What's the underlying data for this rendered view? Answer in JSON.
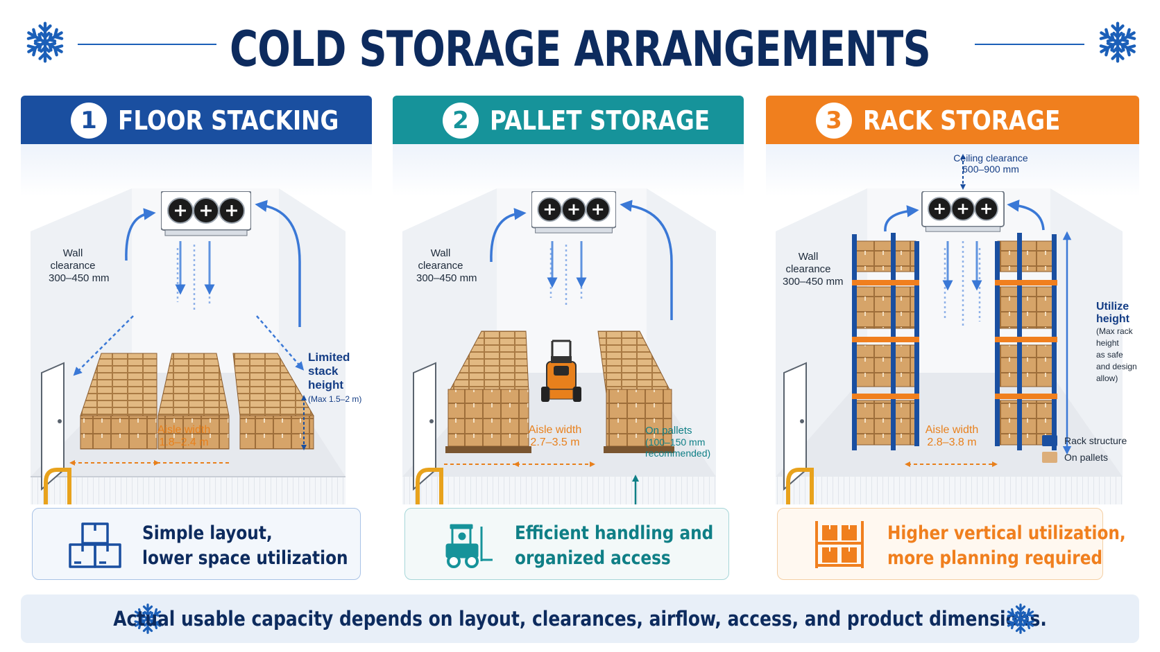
{
  "title": "COLD STORAGE ARRANGEMENTS",
  "colors": {
    "navy": "#0d2b5e",
    "floor_blue": "#1a4fa0",
    "pallet_teal": "#16939a",
    "rack_orange": "#f07f1e",
    "box": "#d6a469",
    "rack_structure": "#1a4fa0",
    "pallets_swatch": "#dcae7a"
  },
  "panels": [
    {
      "number": "1",
      "title": "FLOOR STACKING",
      "wall_clearance": [
        "Wall",
        "clearance",
        "300–450 mm"
      ],
      "stack_note": [
        "Limited",
        "stack",
        "height"
      ],
      "stack_note_small": "(Max 1.5–2 m)",
      "aisle": [
        "Aisle width",
        "1.8–2.4 m"
      ],
      "card": [
        "Simple layout,",
        "lower space utilization"
      ],
      "icon": "boxes-icon"
    },
    {
      "number": "2",
      "title": "PALLET STORAGE",
      "wall_clearance": [
        "Wall",
        "clearance",
        "300–450 mm"
      ],
      "aisle": [
        "Aisle width",
        "2.7–3.5 m"
      ],
      "pallet_note": [
        "On pallets",
        "(100–150 mm",
        "recommended)"
      ],
      "card": [
        "Efficient handling and",
        "organized access"
      ],
      "icon": "forklift-icon"
    },
    {
      "number": "3",
      "title": "RACK STORAGE",
      "ceiling_clearance": [
        "Ceiling clearance",
        "600–900 mm"
      ],
      "wall_clearance": [
        "Wall",
        "clearance",
        "300–450 mm"
      ],
      "height_note": [
        "Utilize",
        "height"
      ],
      "height_note_small": [
        "(Max rack",
        "height",
        "as safe",
        "and design",
        "allow)"
      ],
      "aisle": [
        "Aisle width",
        "2.8–3.8 m"
      ],
      "legend": [
        "Rack structure",
        "On pallets"
      ],
      "card": [
        "Higher vertical utilization,",
        "more planning required"
      ],
      "icon": "rack-icon"
    }
  ],
  "footer": "Actual usable capacity depends on layout, clearances, airflow, access, and product dimensions."
}
